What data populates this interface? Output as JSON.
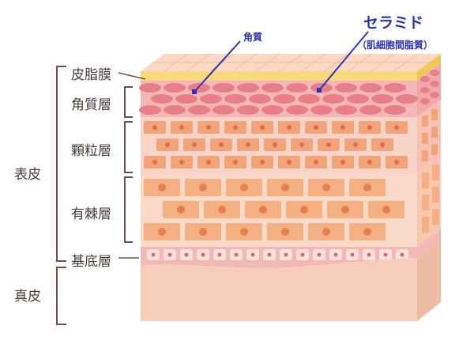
{
  "labels": {
    "sebum_membrane": "皮脂膜",
    "stratum_corneum": "角質層",
    "stratum_granulosum": "顆粒層",
    "stratum_spinosum": "有棘層",
    "stratum_basale": "基底層",
    "epidermis": "表皮",
    "dermis": "真皮"
  },
  "callouts": {
    "corneocyte": "角質",
    "ceramide": "セラミド",
    "ceramide_sub": "（肌細胞間脂質）"
  },
  "colors": {
    "label_text": "#4a3a34",
    "bracket": "#6b5148",
    "callout_blue": "#2a33b8",
    "sebum": "#f7d87a",
    "corneum_bg": "#f4b7b7",
    "corneocyte_cell": "#e87f86",
    "granular_bg": "#f8d3c8",
    "granular_cell": "#f2a479",
    "spinous_bg": "#f9d9c7",
    "spinous_cell": "#f4b083",
    "nucleus": "#e6814f",
    "basal_bg": "#f3b7b4",
    "basal_cell": "#fae0de",
    "dermis": "#f6cdb8"
  }
}
